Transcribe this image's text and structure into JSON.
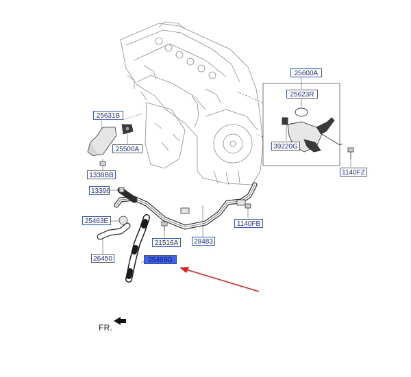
{
  "callouts": {
    "c25600A": "25600A",
    "c25623R": "25623R",
    "c25631B": "25631B",
    "c25500A": "25500A",
    "c39220G": "39220G",
    "c1338BB": "1338BB",
    "c1140FZ": "1140FZ",
    "c13396": "13396",
    "c25463E": "25463E",
    "c1140FB": "1140FB",
    "c21516A": "21516A",
    "c28483": "28483",
    "c26450": "26450",
    "c25469G": "25469G"
  },
  "direction_label": "FR.",
  "colors": {
    "callout_border": "#3d56c8",
    "callout_text": "#1f2f8f",
    "highlight_fill": "#3f63e6",
    "arrow": "#e0201b",
    "line_art": "#555555"
  }
}
